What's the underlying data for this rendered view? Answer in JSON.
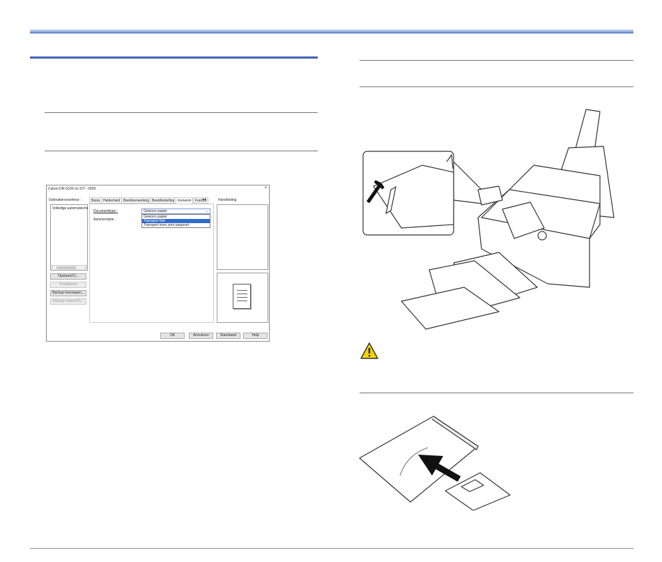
{
  "icons": {
    "warning": "warning-triangle-icon",
    "close": "close-icon",
    "arrow": "arrow-up-icon"
  },
  "colors": {
    "header_rule": "#4a6fbf",
    "section_rule": "#3f62b5",
    "warning_fill": "#f5d500",
    "selected_option": "#2f6ad1"
  },
  "dialog": {
    "title": "Canon DR-S150 on STI - 0000",
    "close": "×",
    "preset_label": "Gebruikersvoorkeur :",
    "preset_item": "Volledige automatische",
    "preset_buttons": {
      "save": "Opslaan(V)...",
      "delete": "Verwijderen",
      "backup_create": "Backup toevoegen...",
      "backup_restore": "Backup maken(R)..."
    },
    "tabs": [
      "Basis",
      "Helderheid",
      "Beeldverwerking",
      "Beeldinstelling",
      "Invoeren",
      "Functie"
    ],
    "tab_arrows": "◂ ▸",
    "document_type_label": "Documenttype :",
    "feed_option_label": "Aanvoeroptie :",
    "document_type_value": "Gewoon papier",
    "document_type_options": [
      "Gewoon papier",
      "Transport foto",
      "Transport hoes voor paspoort"
    ],
    "manual_label": "Handleiding",
    "buttons": {
      "ok": "OK",
      "cancel": "Annuleren",
      "default": "Standaard",
      "help": "Help"
    }
  }
}
